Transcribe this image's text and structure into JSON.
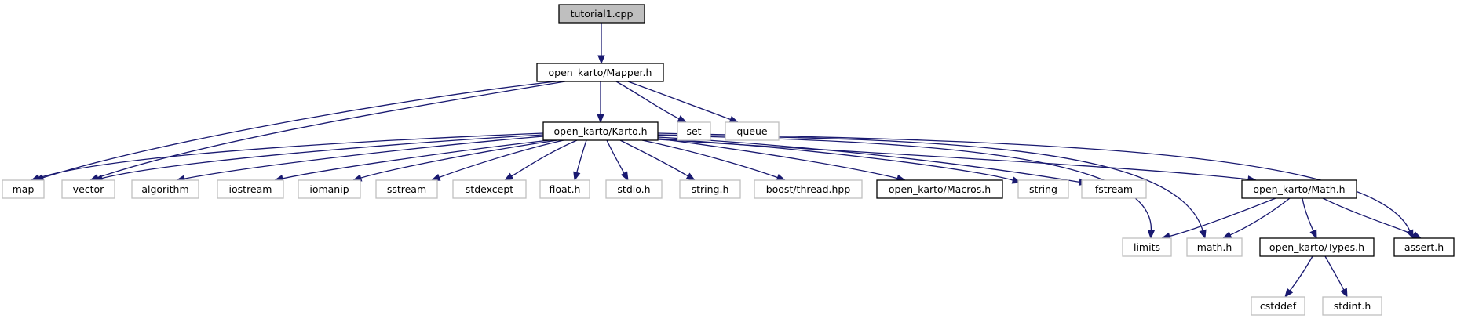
{
  "graph": {
    "nodes": [
      {
        "id": "tutorial1",
        "label": "tutorial1.cpp",
        "style": "root"
      },
      {
        "id": "mapper",
        "label": "open_karto/Mapper.h",
        "style": "black"
      },
      {
        "id": "karto",
        "label": "open_karto/Karto.h",
        "style": "black"
      },
      {
        "id": "set",
        "label": "set",
        "style": "gray"
      },
      {
        "id": "queue",
        "label": "queue",
        "style": "gray"
      },
      {
        "id": "map",
        "label": "map",
        "style": "gray"
      },
      {
        "id": "vector",
        "label": "vector",
        "style": "gray"
      },
      {
        "id": "algorithm",
        "label": "algorithm",
        "style": "gray"
      },
      {
        "id": "iostream",
        "label": "iostream",
        "style": "gray"
      },
      {
        "id": "iomanip",
        "label": "iomanip",
        "style": "gray"
      },
      {
        "id": "sstream",
        "label": "sstream",
        "style": "gray"
      },
      {
        "id": "stdexcept",
        "label": "stdexcept",
        "style": "gray"
      },
      {
        "id": "floath",
        "label": "float.h",
        "style": "gray"
      },
      {
        "id": "stdioh",
        "label": "stdio.h",
        "style": "gray"
      },
      {
        "id": "stringh",
        "label": "string.h",
        "style": "gray"
      },
      {
        "id": "boostthread",
        "label": "boost/thread.hpp",
        "style": "gray"
      },
      {
        "id": "macros",
        "label": "open_karto/Macros.h",
        "style": "black"
      },
      {
        "id": "string",
        "label": "string",
        "style": "gray"
      },
      {
        "id": "fstream",
        "label": "fstream",
        "style": "gray"
      },
      {
        "id": "mathh_karto",
        "label": "open_karto/Math.h",
        "style": "black"
      },
      {
        "id": "limits",
        "label": "limits",
        "style": "gray"
      },
      {
        "id": "mathh",
        "label": "math.h",
        "style": "gray"
      },
      {
        "id": "types",
        "label": "open_karto/Types.h",
        "style": "black"
      },
      {
        "id": "asserth",
        "label": "assert.h",
        "style": "black"
      },
      {
        "id": "cstddef",
        "label": "cstddef",
        "style": "gray"
      },
      {
        "id": "stdinth",
        "label": "stdint.h",
        "style": "gray"
      }
    ],
    "edges": [
      [
        "tutorial1",
        "mapper"
      ],
      [
        "mapper",
        "karto"
      ],
      [
        "mapper",
        "set"
      ],
      [
        "mapper",
        "queue"
      ],
      [
        "mapper",
        "map"
      ],
      [
        "mapper",
        "vector"
      ],
      [
        "karto",
        "map"
      ],
      [
        "karto",
        "vector"
      ],
      [
        "karto",
        "algorithm"
      ],
      [
        "karto",
        "iostream"
      ],
      [
        "karto",
        "iomanip"
      ],
      [
        "karto",
        "sstream"
      ],
      [
        "karto",
        "stdexcept"
      ],
      [
        "karto",
        "floath"
      ],
      [
        "karto",
        "stdioh"
      ],
      [
        "karto",
        "stringh"
      ],
      [
        "karto",
        "boostthread"
      ],
      [
        "karto",
        "macros"
      ],
      [
        "karto",
        "string"
      ],
      [
        "karto",
        "fstream"
      ],
      [
        "karto",
        "mathh_karto"
      ],
      [
        "karto",
        "limits"
      ],
      [
        "karto",
        "mathh"
      ],
      [
        "karto",
        "asserth"
      ],
      [
        "mathh_karto",
        "limits"
      ],
      [
        "mathh_karto",
        "mathh"
      ],
      [
        "mathh_karto",
        "types"
      ],
      [
        "mathh_karto",
        "asserth"
      ],
      [
        "types",
        "cstddef"
      ],
      [
        "types",
        "stdinth"
      ]
    ],
    "colors": {
      "edge": "#191970",
      "root_fill": "#bfbfbf",
      "external_border": "#bfbfbf",
      "documented_border": "#000000"
    }
  }
}
